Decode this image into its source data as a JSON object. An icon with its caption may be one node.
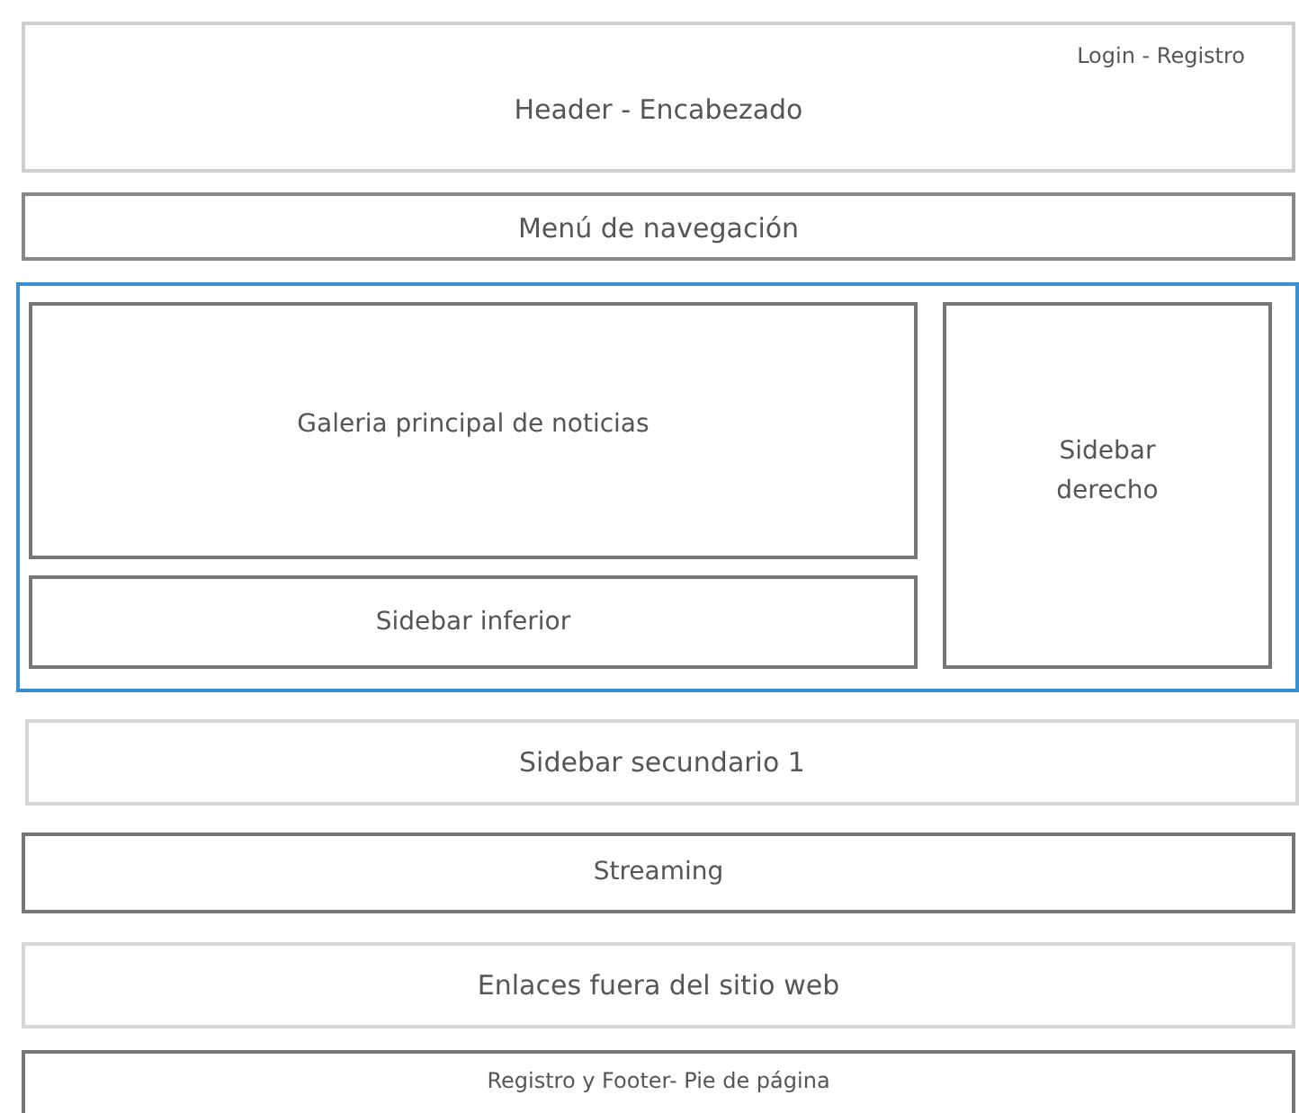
{
  "diagram": {
    "nodes": [
      {
        "text": [
          "Header - Encabezado",
          "Login - Registro"
        ]
      },
      {
        "text": [
          "Menú de navegación"
        ]
      },
      {
        "text": [],
        "shape": "box"
      },
      {
        "text": [
          "Galeria principal de noticias"
        ],
        "in": 2
      },
      {
        "text": [
          "Sidebar inferior"
        ],
        "in": 2
      },
      {
        "text": [
          "Sidebar derecho"
        ],
        "in": 2
      },
      {
        "text": [
          "Sidebar secundario 1"
        ]
      },
      {
        "text": [
          "Streaming"
        ]
      },
      {
        "text": [
          "Enlaces fuera del sitio web"
        ]
      },
      {
        "text": [
          "Registro y Footer- Pie de página"
        ]
      }
    ]
  }
}
